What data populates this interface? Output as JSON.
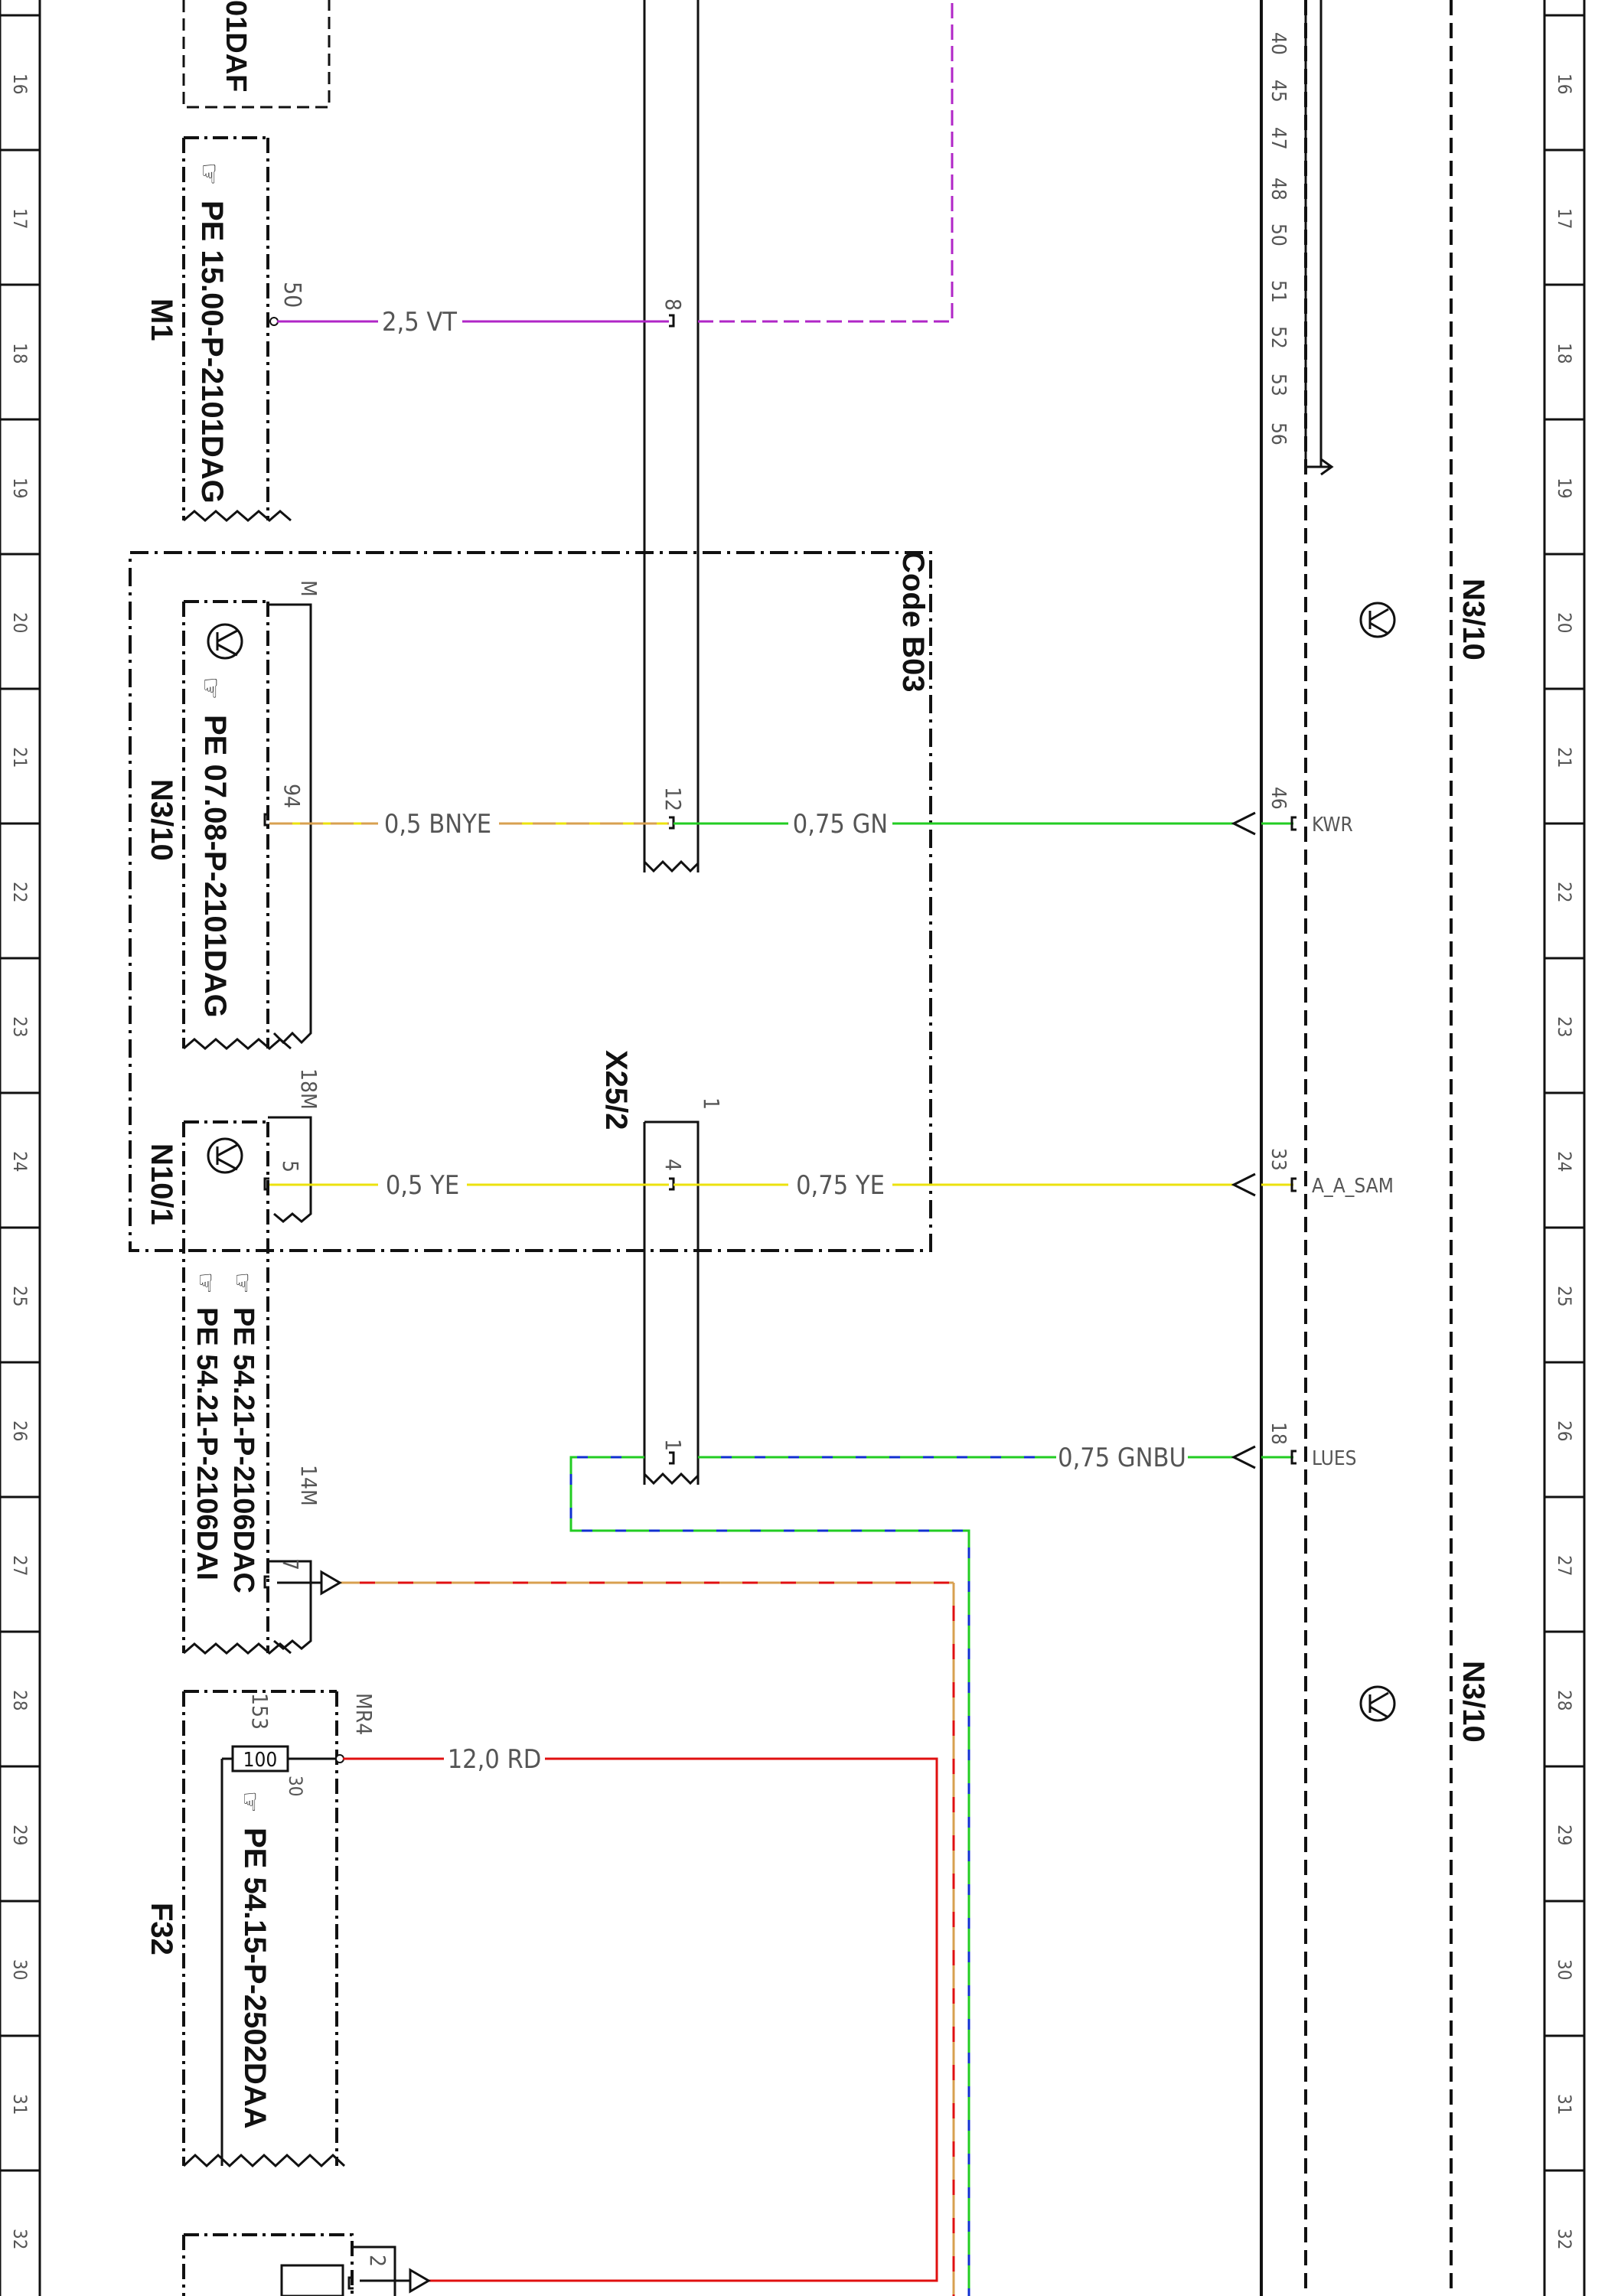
{
  "grid_left": [
    "16",
    "17",
    "18",
    "19",
    "20",
    "21",
    "22",
    "23",
    "24",
    "25",
    "26",
    "27",
    "28",
    "29",
    "30",
    "31",
    "32"
  ],
  "grid_right": [
    "16",
    "17",
    "18",
    "19",
    "20",
    "21",
    "22",
    "23",
    "24",
    "25",
    "26",
    "27",
    "28",
    "29",
    "30",
    "31",
    "32"
  ],
  "components": {
    "top_box_label": "01DAF",
    "m1_label": "M1",
    "m1_ref": "PE 15.00-P-2101DAG",
    "m1_pin": "50",
    "n310_left_label": "N3/10",
    "n310_left_ref": "PE 07.08-P-2101DAG",
    "n310_left_pin": "94",
    "n310_left_conn": "M",
    "code_label": "Code B03",
    "x25_label": "X25/2",
    "x25_top_pin": "1",
    "x25_pins": [
      "8",
      "12",
      "4",
      "1"
    ],
    "n101_label": "N10/1",
    "n101_ref1": "PE 54.21-P-2106DAC",
    "n101_ref2": "PE 54.21-P-2106DAI",
    "n101_conn1": "18M",
    "n101_conn2": "14M",
    "n101_pin1": "5",
    "n101_pin2": "7",
    "f32_label": "F32",
    "f32_ref": "PE 54.15-P-2502DAA",
    "f32_conn": "MR4",
    "f32_fuse": "100",
    "f32_pin_a": "153",
    "f32_pin_b": "30",
    "bottom_pin": "2",
    "n310_right_label_1": "N3/10",
    "n310_right_label_2": "N3/10",
    "right_pins_top": [
      "40",
      "45",
      "47",
      "48",
      "50",
      "51",
      "52",
      "53",
      "56"
    ],
    "right_pin_46": "46",
    "right_pin_33": "33",
    "right_pin_18": "18",
    "sig_kwr": "KWR",
    "sig_aasam": "A_A_SAM",
    "sig_lues": "LUES"
  },
  "wires": {
    "w_vt": "2,5 VT",
    "w_bnye": "0,5 BNYE",
    "w_gn": "0,75 GN",
    "w_ye_left": "0,5 YE",
    "w_ye_right": "0,75 YE",
    "w_gnbu": "0,75 GNBU",
    "w_rd": "12,0 RD"
  },
  "colors": {
    "violet": "#b026c7",
    "green": "#22cc22",
    "yellow": "#ece20e",
    "brown_yellow": "#d8a050",
    "red": "#e01010",
    "blue": "#1030d0",
    "black": "#111111",
    "grey_text": "#555555"
  }
}
